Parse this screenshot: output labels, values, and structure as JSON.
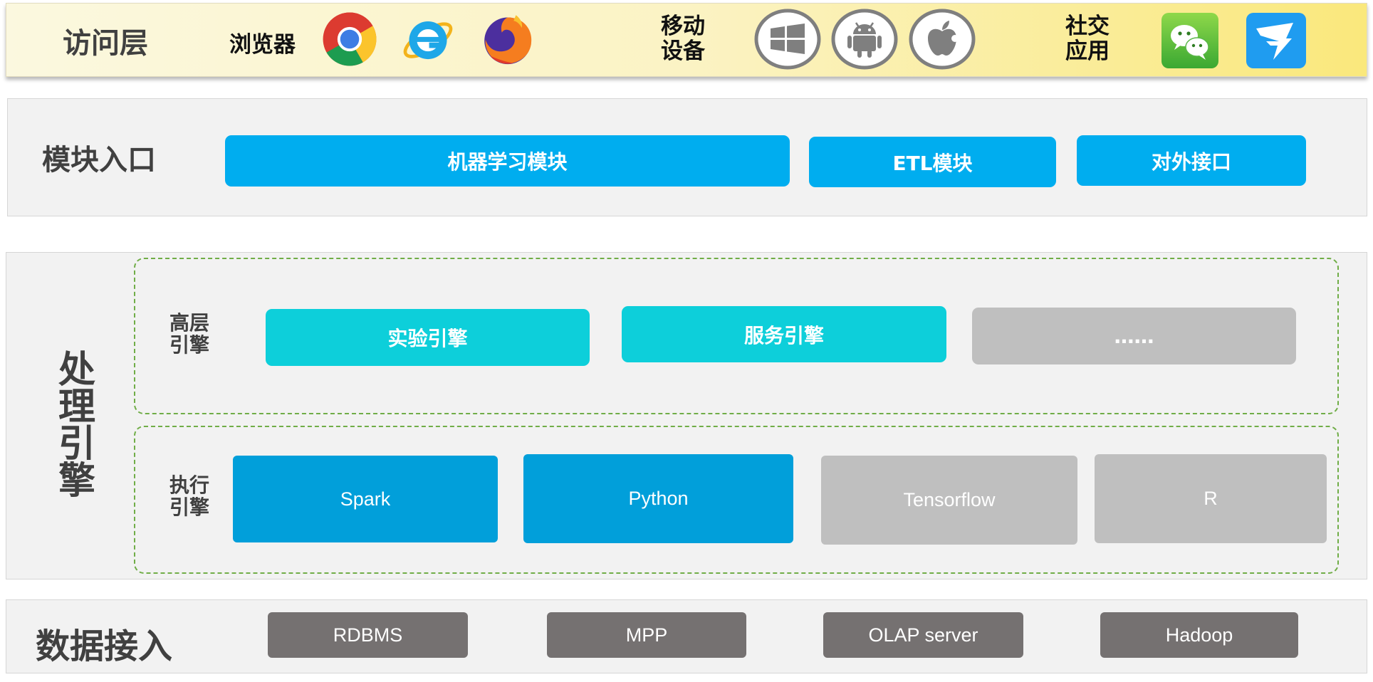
{
  "access": {
    "title": "访问层",
    "browsers_label": "浏览器",
    "mobile_label_line1": "移动",
    "mobile_label_line2": "设备",
    "social_label_line1": "社交",
    "social_label_line2": "应用",
    "browser_icons": [
      "chrome-icon",
      "internet-explorer-icon",
      "firefox-icon"
    ],
    "mobile_icons": [
      "windows-icon",
      "android-icon",
      "apple-icon"
    ],
    "social_icons": [
      "wechat-icon",
      "dingtalk-icon"
    ]
  },
  "modules": {
    "title": "模块入口",
    "items": [
      "机器学习模块",
      "ETL模块",
      "对外接口"
    ]
  },
  "engine": {
    "title_chars": [
      "处",
      "理",
      "引",
      "擎"
    ],
    "high_level": {
      "label_line1": "高层",
      "label_line2": "引擎",
      "items": [
        "实验引擎",
        "服务引擎",
        "……"
      ]
    },
    "execution": {
      "label_line1": "执行",
      "label_line2": "引擎",
      "items": [
        "Spark",
        "Python",
        "Tensorflow",
        "R"
      ]
    }
  },
  "data_access": {
    "title": "数据接入",
    "items": [
      "RDBMS",
      "MPP",
      "OLAP server",
      "Hadoop"
    ]
  },
  "colors": {
    "module_blue": "#00adef",
    "engine_teal": "#0dcfda",
    "exec_blue": "#019fda",
    "placeholder_grey": "#bfbfbf",
    "data_grey": "#757171",
    "dashed_green": "#70ad47",
    "band_yellow": "#fae87c"
  }
}
